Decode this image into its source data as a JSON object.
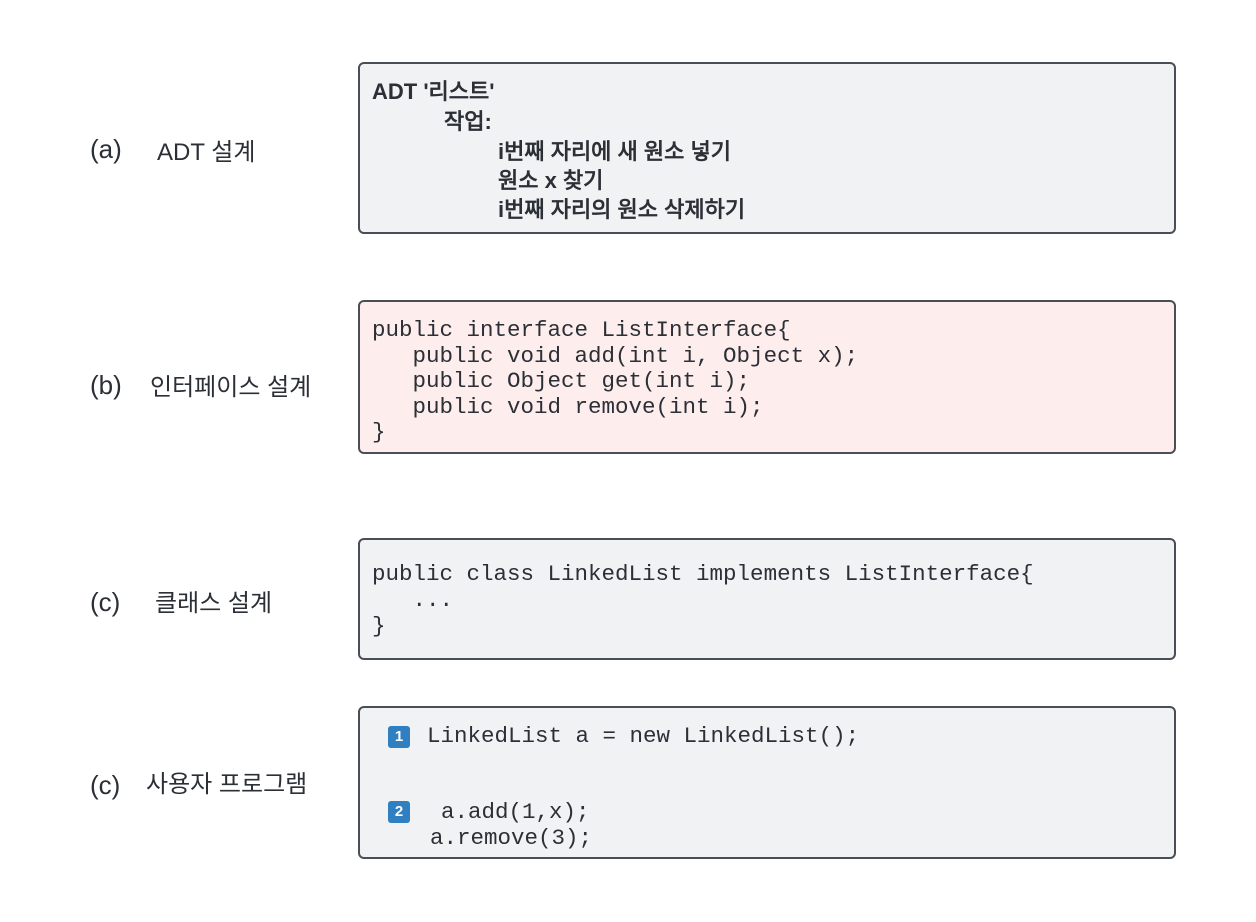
{
  "rows": [
    {
      "label": "(a)",
      "description": "ADT 설계",
      "adt": {
        "title": "ADT '리스트'",
        "ops_label": "작업:",
        "ops": [
          "i번째 자리에 새 원소 넣기",
          "원소 x 찾기",
          "i번째 자리의 원소 삭제하기"
        ]
      }
    },
    {
      "label": "(b)",
      "description": "인터페이스 설계",
      "code": [
        "public interface ListInterface{",
        "   public void add(int i, Object x);",
        "   public Object get(int i);",
        "   public void remove(int i);",
        "}"
      ]
    },
    {
      "label": "(c)",
      "description": "클래스 설계",
      "code": [
        "public class LinkedList implements ListInterface{",
        "   ...",
        "}"
      ]
    },
    {
      "label": "(c)",
      "description": "사용자 프로그램",
      "steps": [
        {
          "badge": "1",
          "lines": [
            "LinkedList a = new LinkedList();"
          ]
        },
        {
          "badge": "2",
          "lines": [
            "a.add(1,x);",
            "a.remove(3);"
          ]
        }
      ]
    }
  ],
  "colors": {
    "box_border": "#4a4f57",
    "box_fill": "#f1f2f4",
    "interface_fill": "#fdeeed",
    "badge": "#2f7fc1",
    "text": "#2b2f36"
  }
}
